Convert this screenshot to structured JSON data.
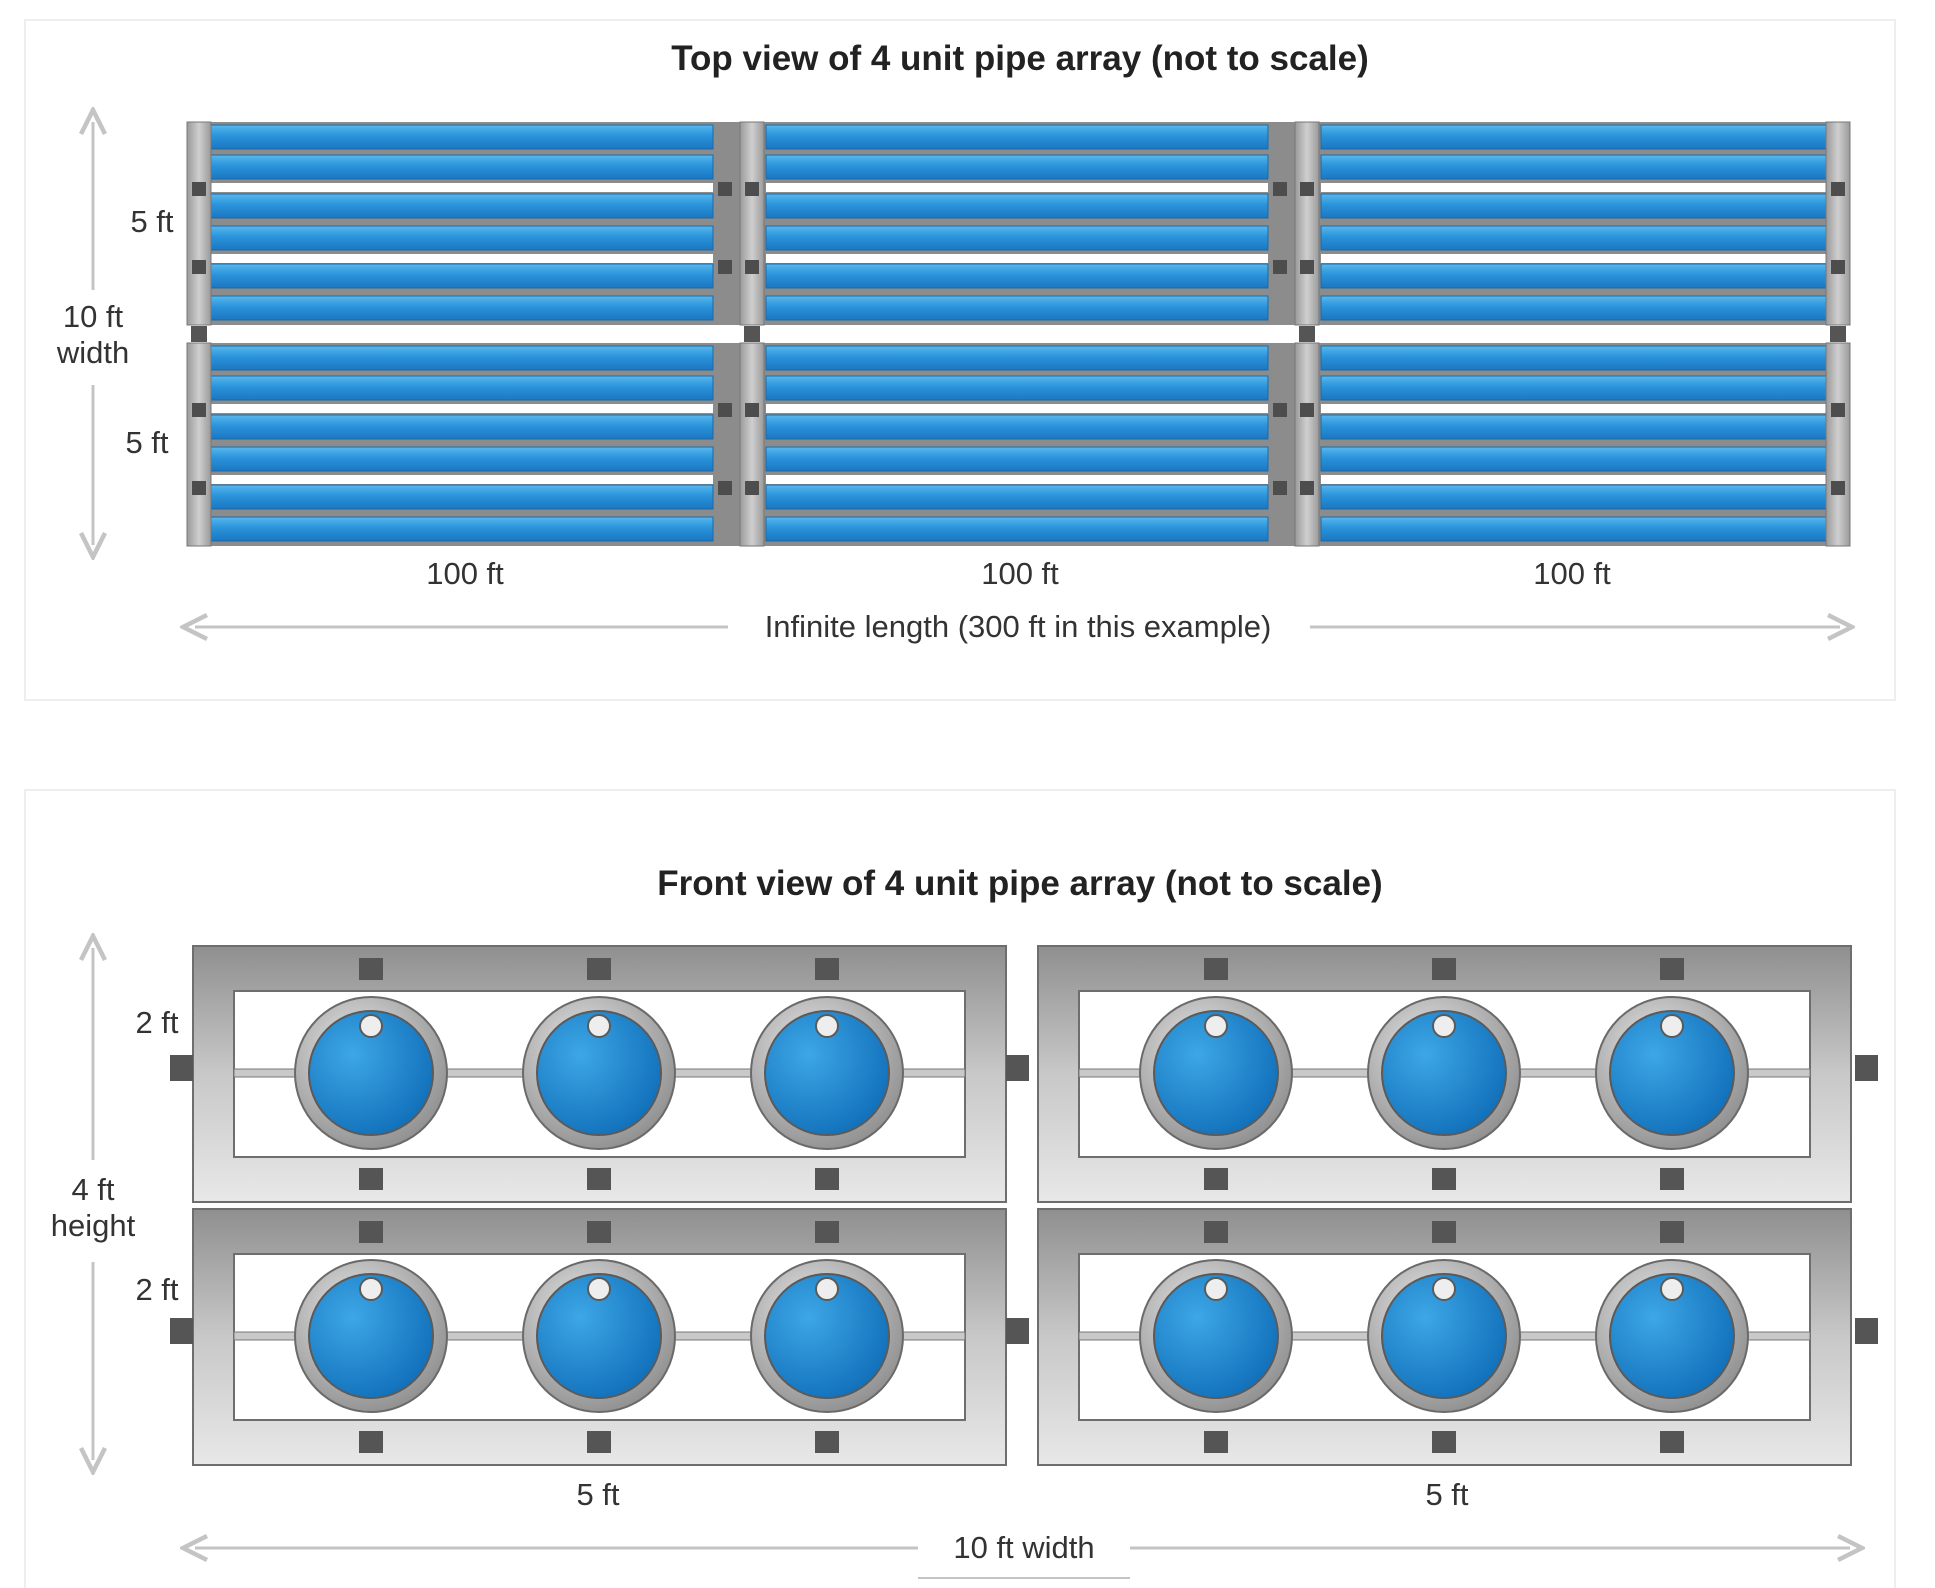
{
  "top_view": {
    "title": "Top view of 4 unit pipe array (not to scale)",
    "width_label_line1": "10 ft",
    "width_label_line2": "width",
    "row_labels": [
      "5 ft",
      "5 ft"
    ],
    "segment_labels": [
      "100 ft",
      "100 ft",
      "100 ft"
    ],
    "length_label": "Infinite length (300 ft in this example)"
  },
  "front_view": {
    "title": "Front view of 4 unit pipe array (not to scale)",
    "height_label_line1": "4 ft",
    "height_label_line2": "height",
    "row_labels": [
      "2 ft",
      "2 ft"
    ],
    "unit_labels": [
      "5 ft",
      "5 ft"
    ],
    "width_label": "10 ft width"
  },
  "colors": {
    "pipe_light": "#35a3e0",
    "pipe_dark": "#1f80c8",
    "frame_gray": "#a8a8a8",
    "frame_dark": "#555555",
    "dimension_arrow": "#c4c4c4",
    "panel_border": "#eeeeee"
  }
}
